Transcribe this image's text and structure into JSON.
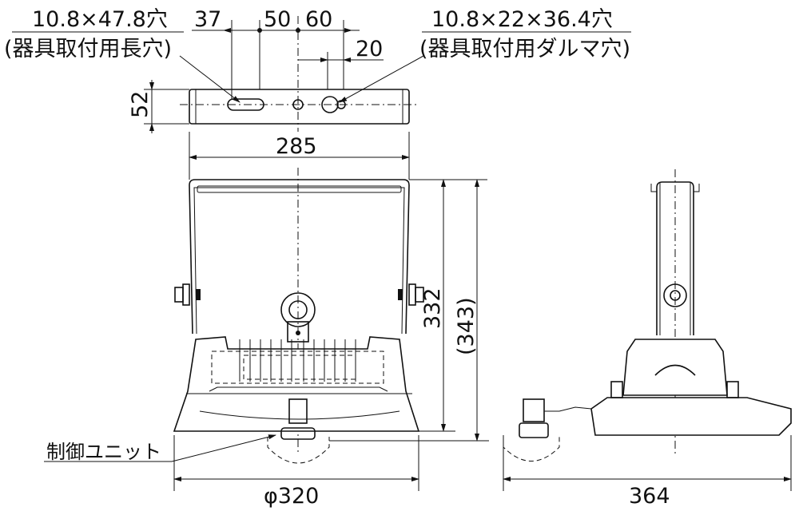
{
  "labels": {
    "slot_hole": "10.8×47.8穴",
    "slot_hole_note": "(器具取付用長穴)",
    "keyhole": "10.8×22×36.4穴",
    "keyhole_note": "(器具取付用ダルマ穴)",
    "dim_37": "37",
    "dim_50": "50",
    "dim_60": "60",
    "dim_20": "20",
    "dim_52": "52",
    "dim_285": "285",
    "dim_332": "332",
    "dim_343": "(343)",
    "control_unit": "制御ユニット",
    "dim_320": "φ320",
    "dim_364": "364"
  }
}
